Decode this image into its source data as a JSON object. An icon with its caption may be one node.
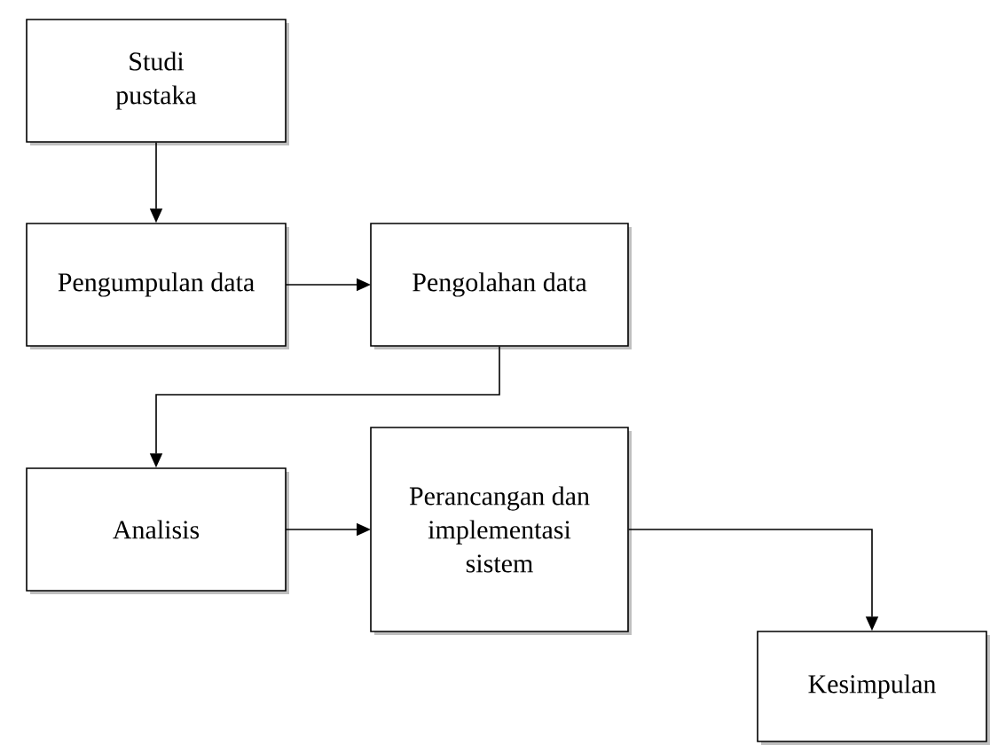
{
  "diagram": {
    "nodes": [
      {
        "text": [
          "Studi pustaka"
        ]
      },
      {
        "text": [
          "Pengumpulan data"
        ]
      },
      {
        "text": [
          "Pengolahan data"
        ]
      },
      {
        "text": [
          "Analisis"
        ]
      },
      {
        "text": [
          "Perancangan dan implementasi sistem"
        ]
      },
      {
        "text": [
          "Kesimpulan"
        ]
      }
    ],
    "edges": [
      {
        "from": 0,
        "to": 1,
        "arrow": "to"
      },
      {
        "from": 1,
        "to": 2,
        "arrow": "to"
      },
      {
        "from": 2,
        "to": 3,
        "arrow": "to"
      },
      {
        "from": 3,
        "to": 4,
        "arrow": "to"
      },
      {
        "from": 4,
        "to": 5,
        "arrow": "to"
      }
    ]
  }
}
